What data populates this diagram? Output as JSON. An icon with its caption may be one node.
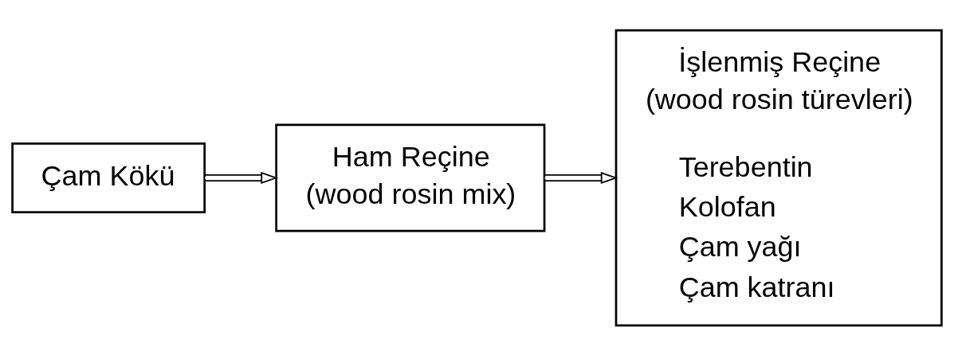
{
  "diagram": {
    "nodes": [
      {
        "text": [
          "Çam Kökü"
        ]
      },
      {
        "text": [
          "Ham Reçine",
          "(wood rosin mix)"
        ]
      },
      {
        "text": [
          "İşlenmiş Reçine",
          "(wood rosin türevleri)",
          "Terebentin",
          "Kolofan",
          "Çam yağı",
          "Çam katranı"
        ]
      }
    ],
    "edges": [
      {
        "from": 0,
        "to": 1,
        "arrow": "to"
      },
      {
        "from": 1,
        "to": 2,
        "arrow": "to"
      }
    ]
  }
}
